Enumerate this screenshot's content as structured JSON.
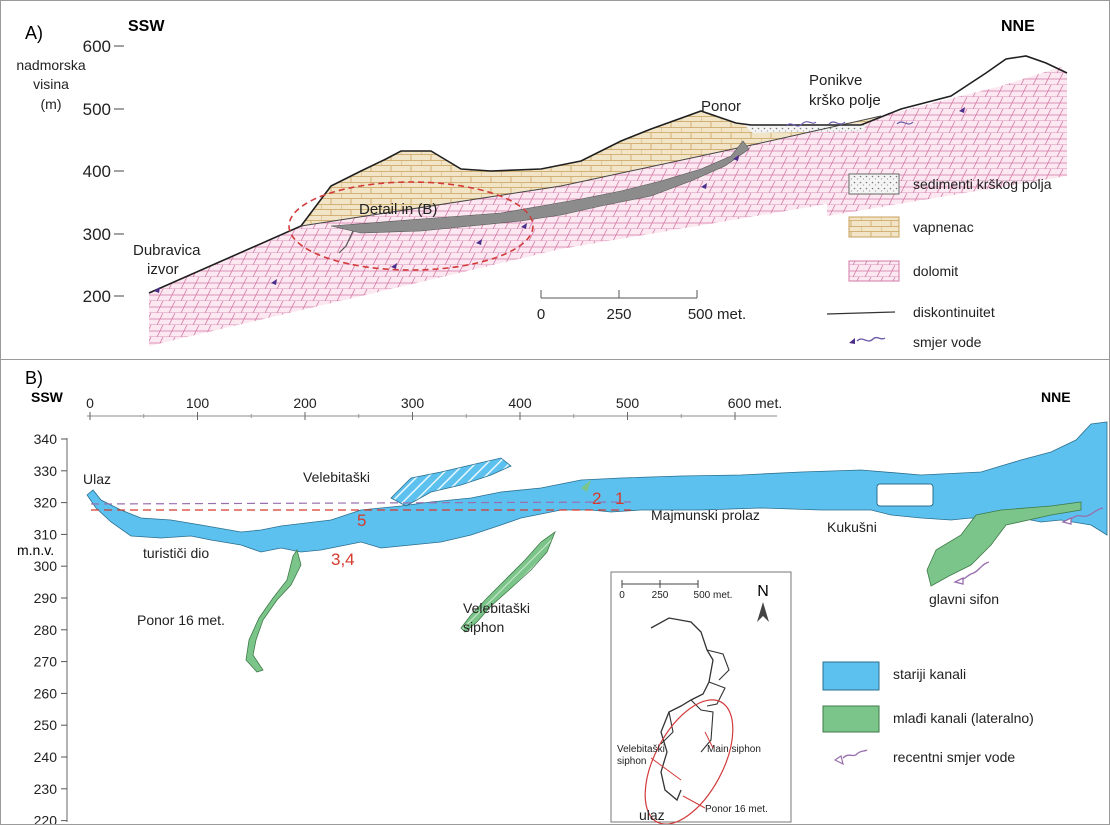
{
  "panel_a": {
    "label": "A)",
    "dir_left": "SSW",
    "dir_right": "NNE",
    "yaxis_label": [
      "nadmorska",
      "visina",
      "(m)"
    ],
    "y_ticks": [
      "600",
      "500",
      "400",
      "300",
      "200"
    ],
    "places": {
      "dubravica": [
        "Dubravica",
        "izvor"
      ],
      "ponor": "Ponor",
      "ponikve": [
        "Ponikve",
        "krško polje"
      ],
      "detail": "Detail in (B)"
    },
    "scale": {
      "ticks": [
        "0",
        "250",
        "500 met."
      ]
    },
    "legend": [
      {
        "key": "sediments",
        "label": "sedimenti krškog polja"
      },
      {
        "key": "limestone",
        "label": "vapnenac"
      },
      {
        "key": "dolomite",
        "label": "dolomit"
      },
      {
        "key": "discontinuity",
        "label": "diskontinuitet"
      },
      {
        "key": "water",
        "label": "smjer vode"
      }
    ],
    "colors": {
      "limestone": "#f2e4c6",
      "dolomite": "#fbe8f0",
      "limestone_line": "#c9a25e",
      "dolomite_line": "#d57aa8",
      "detail_circle": "#d23b3b",
      "cave": "#8c8c8c"
    }
  },
  "panel_b": {
    "label": "B)",
    "dir_left": "SSW",
    "dir_right": "NNE",
    "yaxis_unit": "m.n.v.",
    "y_ticks": [
      "340",
      "330",
      "320",
      "310",
      "300",
      "290",
      "280",
      "270",
      "260",
      "250",
      "240",
      "230",
      "220"
    ],
    "x_ticks": [
      "0",
      "100",
      "200",
      "300",
      "400",
      "500",
      "600 met."
    ],
    "places": {
      "ulaz": "Ulaz",
      "turisticki": "turističi dio",
      "velebitaski": "Velebitaški",
      "majmunski": "Majmunski prolaz",
      "kukusni": "Kukušni",
      "ponor16": "Ponor 16 met.",
      "velebitaski_siphon": [
        "Velebitaški",
        "siphon"
      ],
      "glavni_sifon": "glavni sifon"
    },
    "markers": {
      "m5": "5",
      "m34": "3,4",
      "m2": "2",
      "m1": "1"
    },
    "inset": {
      "north": "N",
      "scale": [
        "0",
        "250",
        "500 met."
      ],
      "labels": {
        "velebitaski": [
          "Velebitaški",
          "siphon"
        ],
        "main": "Main siphon",
        "ponor": "Ponor 16 met.",
        "ulaz": "ulaz"
      }
    },
    "legend": [
      {
        "key": "older",
        "label": "stariji kanali"
      },
      {
        "key": "younger",
        "label": "mlađi kanali (lateralno)"
      },
      {
        "key": "recent",
        "label": "recentni smjer vode"
      }
    ],
    "colors": {
      "older": "#5cc1ee",
      "younger": "#7cc58a",
      "marker": "#d63a2e",
      "dashed": "#9a6fae"
    }
  }
}
